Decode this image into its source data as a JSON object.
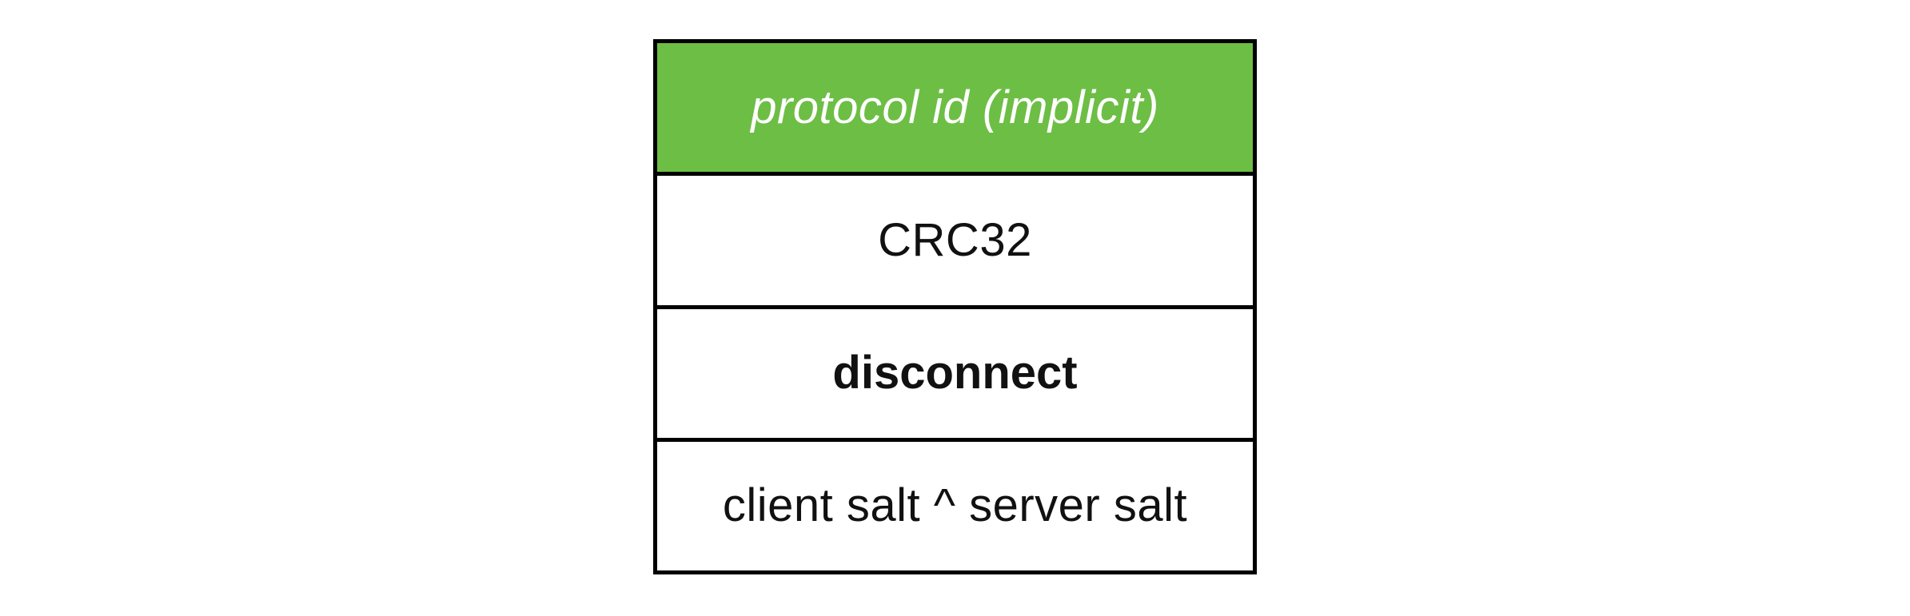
{
  "diagram": {
    "type": "packet-structure-table",
    "colors": {
      "header_background": "#6DBE45",
      "header_text": "#FFFFFF",
      "body_background": "#FFFFFF",
      "body_text": "#111111",
      "border": "#000000",
      "page_background": "#FFFFFF"
    },
    "rows": [
      {
        "label": "protocol id (implicit)",
        "role": "header",
        "emphasis": "italic"
      },
      {
        "label": "CRC32",
        "role": "field",
        "emphasis": "none"
      },
      {
        "label": "disconnect",
        "role": "field",
        "emphasis": "bold"
      },
      {
        "label": "client salt ^ server salt",
        "role": "field",
        "emphasis": "none"
      }
    ]
  }
}
